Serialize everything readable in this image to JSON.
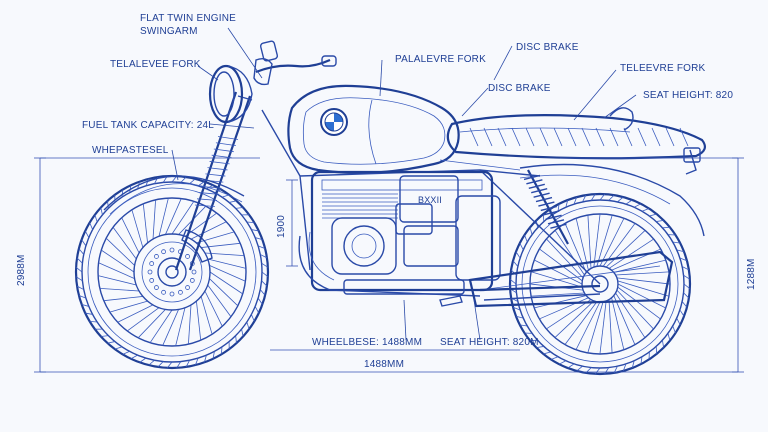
{
  "labels": {
    "flat_twin_engine": "FLAT TWIN ENGINE",
    "swingarm": "SWINGARM",
    "telalever_fork": "TELALEVEE FORK",
    "paralever_fork": "PALALEVRE FORK",
    "disc_brake_top": "DISC BRAKE",
    "disc_brake_mid": "DISC BRAKE",
    "telelever_fork_right": "TELEEVRE FORK",
    "seat_height_top": "SEAT HEIGHT: 820",
    "fuel_tank": "FUEL TANK CAPACITY: 24L",
    "wheelbase_label_left": "WHEPASTESEL",
    "engine_badge": "BXXII",
    "height_left": "2988M",
    "height_mid": "1900",
    "height_right": "1288M",
    "wheelbase_bottom": "WHEELBESE: 1488MM",
    "seat_height_bottom": "SEAT HEIGHT: 820M",
    "overall_length": "1488MM"
  },
  "colors": {
    "background": "#f7f9fd",
    "ink": "#1f3f95",
    "logo_blue": "#2d6fd1"
  }
}
